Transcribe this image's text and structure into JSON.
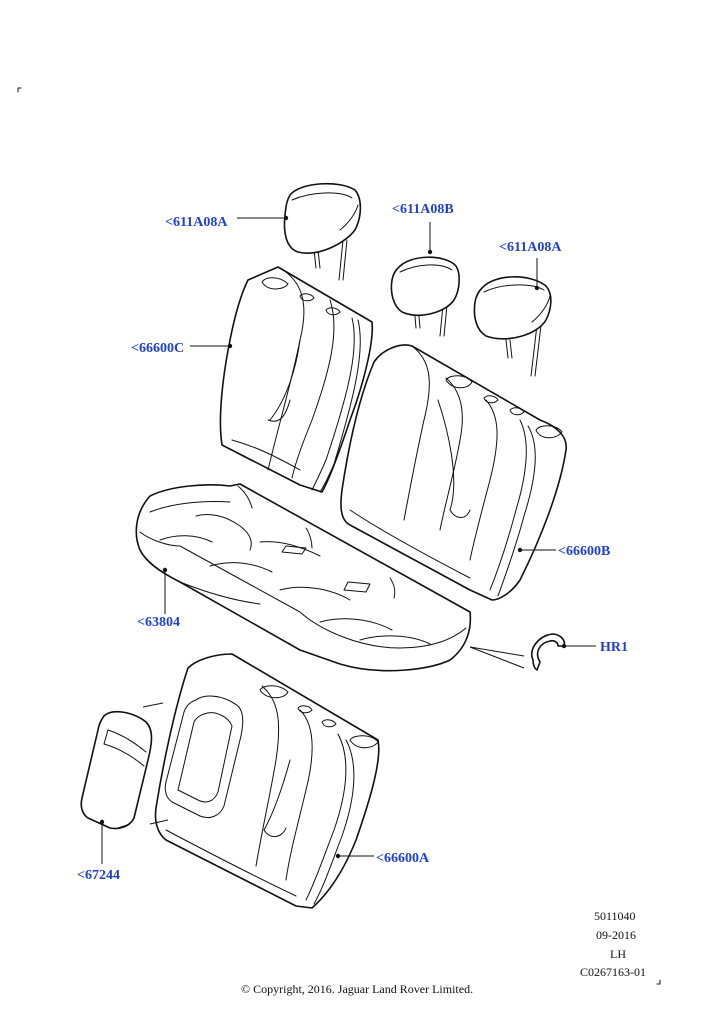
{
  "labels": {
    "headrest_left": "<611A08A",
    "headrest_center": "<611A08B",
    "headrest_right": "<611A08A",
    "backrest_left": "<66600C",
    "backrest_right": "<66600B",
    "cushion": "<63804",
    "retainer": "HR1",
    "armrest": "<67244",
    "backrest_lower": "<66600A"
  },
  "footer": {
    "ref_number": "5011040",
    "date": "09-2016",
    "side": "LH",
    "drawing_code": "C0267163-01",
    "copyright": "© Copyright, 2016. Jaguar Land Rover Limited."
  },
  "colors": {
    "label": "#1f3fd6",
    "line": "#111111",
    "background": "#ffffff"
  }
}
